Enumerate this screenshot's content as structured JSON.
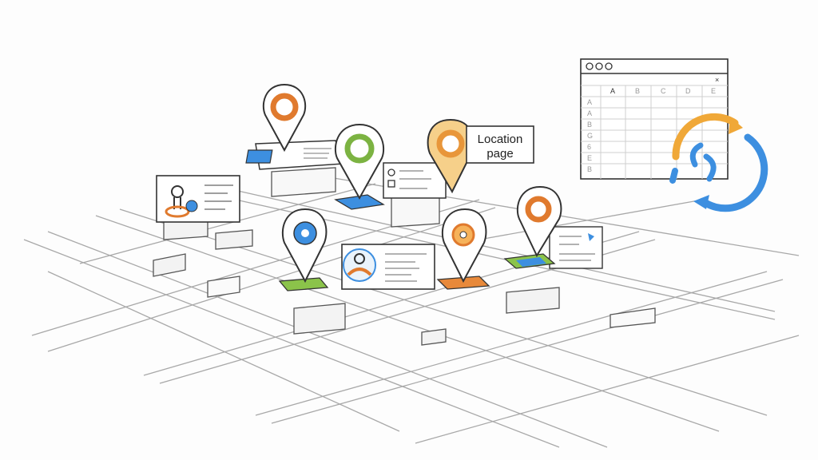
{
  "illustration": {
    "style": "hand-drawn sketch",
    "subject": "isometric city map with location pins linked to location pages and a syncing spreadsheet"
  },
  "callout": {
    "line1": "Location",
    "line2": "page"
  },
  "spreadsheet": {
    "window_controls": [
      "○",
      "○",
      "○"
    ],
    "close_label": "×",
    "columns": [
      "A",
      "B",
      "C",
      "D",
      "E"
    ],
    "rows": [
      "A",
      "A",
      "B",
      "G",
      "6",
      "E",
      "B"
    ]
  },
  "pins": [
    {
      "name": "pin-orange-top",
      "ring": "#e07a2e",
      "fill": "#ffffff"
    },
    {
      "name": "pin-green",
      "ring": "#7cb342",
      "fill": "#ffffff"
    },
    {
      "name": "pin-location-page",
      "ring": "#e8963a",
      "fill": "#f6d08a"
    },
    {
      "name": "pin-blue",
      "ring": "#3b82d6",
      "fill": "#ffffff"
    },
    {
      "name": "pin-orange-mid",
      "ring": "#e07a2e",
      "fill": "#ffffff"
    },
    {
      "name": "pin-orange-right",
      "ring": "#e07a2e",
      "fill": "#ffffff"
    }
  ],
  "colors": {
    "orange": "#e8893a",
    "blue": "#3d8fe0",
    "green": "#8bc34a",
    "ink": "#333333",
    "light_ink": "#c8c8c8"
  }
}
